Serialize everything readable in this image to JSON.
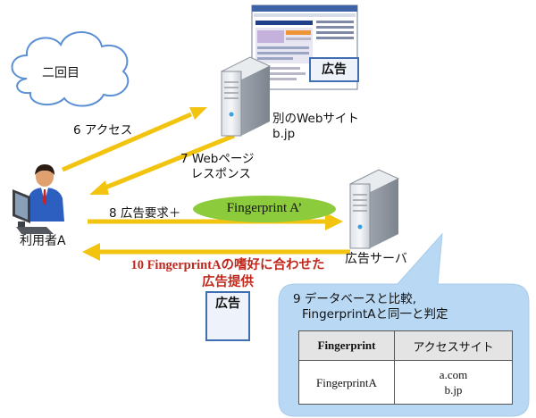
{
  "cloud_label": "二回目",
  "steps": {
    "s6": "6 アクセス",
    "s7_line1": "7 Webページ",
    "s7_line2": "レスポンス",
    "s8": "8 広告要求＋",
    "s8_oval": "Fingerprint A’",
    "s10_line1": "10 FingerprintAの嗜好に合わせた",
    "s10_line2": "広告提供"
  },
  "user_label": "利用者A",
  "web_server": {
    "line1": "別のWebサイト",
    "line2": "b.jp"
  },
  "ad_server_label": "広告サーバ",
  "ad_badge_top": "広告",
  "ad_badge_bottom": "広告",
  "callout": {
    "line1": "9 データベースと比較,",
    "line2": "FingerprintAと同一と判定",
    "table": {
      "headers": [
        "Fingerprint",
        "アクセスサイト"
      ],
      "row_fp": "FingerprintA",
      "row_sites": [
        "a.com",
        "b.jp"
      ]
    }
  },
  "colors": {
    "arrow": "#f2c40f",
    "oval": "#8ccc3c",
    "callout": "#b9d8f3",
    "ad_text": "#c0281e"
  },
  "icons": [
    "cloud-icon",
    "user-computer-icon",
    "server-icon",
    "soccer-ball-icon",
    "webpage-screenshot-icon"
  ]
}
